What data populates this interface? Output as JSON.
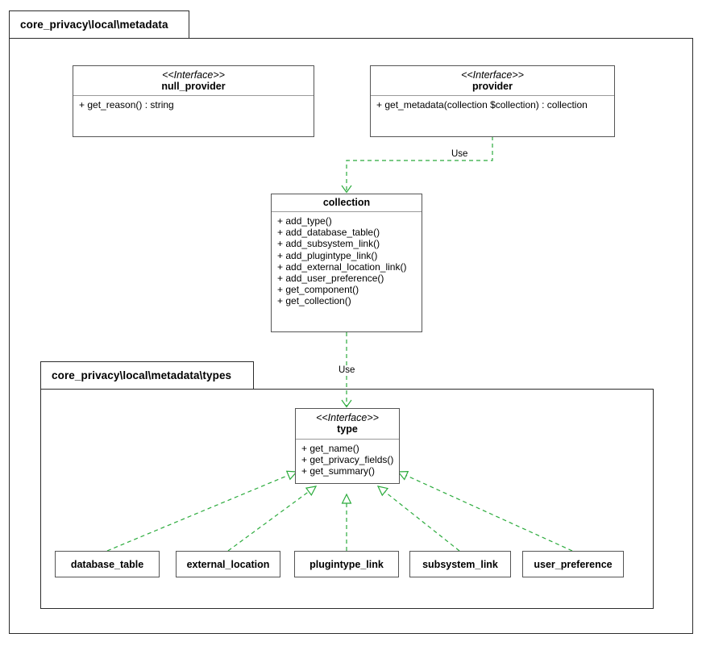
{
  "diagram": {
    "title": "core_privacy\\local\\metadata",
    "accent_green": "#2bab3c",
    "outline": "#555555"
  },
  "packages": [
    {
      "name": "outer-package",
      "label": "core_privacy\\local\\metadata"
    },
    {
      "name": "inner-package",
      "label": "core_privacy\\local\\metadata\\types"
    }
  ],
  "nodes": {
    "null_provider": {
      "stereotype": "<<Interface>>",
      "title": "null_provider",
      "members": [
        "+ get_reason() : string"
      ]
    },
    "provider": {
      "stereotype": "<<Interface>>",
      "title": "provider",
      "members": [
        "+ get_metadata(collection $collection) : collection"
      ]
    },
    "collection": {
      "stereotype": "",
      "title": "collection",
      "members": [
        "+ add_type()",
        "+ add_database_table()",
        "+ add_subsystem_link()",
        "+ add_plugintype_link()",
        "+ add_external_location_link()",
        "+ add_user_preference()",
        "+ get_component()",
        "+ get_collection()"
      ]
    },
    "type": {
      "stereotype": "<<Interface>>",
      "title": "type",
      "members": [
        "+ get_name()",
        "+ get_privacy_fields()",
        "+ get_summary()"
      ]
    },
    "database_table": {
      "title": "database_table"
    },
    "external_location": {
      "title": "external_location"
    },
    "plugintype_link": {
      "title": "plugintype_link"
    },
    "subsystem_link": {
      "title": "subsystem_link"
    },
    "user_preference": {
      "title": "user_preference"
    }
  },
  "edges": [
    {
      "name": "provider-uses-collection",
      "label": "Use",
      "kind": "dependency"
    },
    {
      "name": "collection-uses-type",
      "label": "Use",
      "kind": "dependency"
    },
    {
      "name": "database-table-realizes-type",
      "label": "",
      "kind": "realization"
    },
    {
      "name": "external-location-realizes-type",
      "label": "",
      "kind": "realization"
    },
    {
      "name": "plugintype-link-realizes-type",
      "label": "",
      "kind": "realization"
    },
    {
      "name": "subsystem-link-realizes-type",
      "label": "",
      "kind": "realization"
    },
    {
      "name": "user-preference-realizes-type",
      "label": "",
      "kind": "realization"
    }
  ]
}
